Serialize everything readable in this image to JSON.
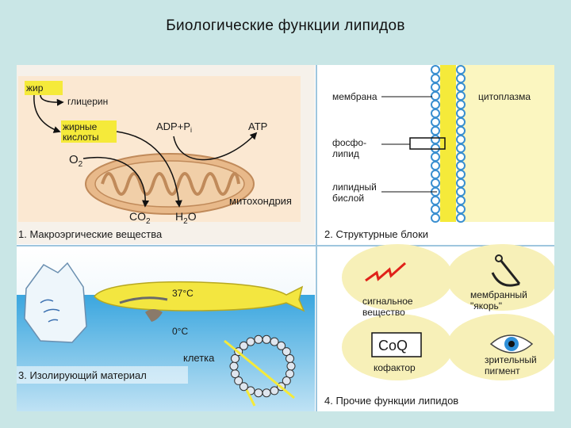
{
  "title": "Биологические функции липидов",
  "panel1": {
    "caption": "1. Макроэргические вещества",
    "fat": "жир",
    "glycerol": "глицерин",
    "fatty_acids_line1": "жирные",
    "fatty_acids_line2": "кислоты",
    "adp": "ADP+P",
    "adp_sub": "i",
    "atp": "ATP",
    "o2": "O",
    "o2_sub": "2",
    "co2": "CO",
    "co2_sub": "2",
    "h2o_h": "H",
    "h2o_sub": "2",
    "h2o_o": "O",
    "mitochondrion": "митохондрия"
  },
  "panel2": {
    "caption": "2. Структурные блоки",
    "membrane": "мембрана",
    "cytoplasm": "цитоплазма",
    "phospholipid_line1": "фосфо-",
    "phospholipid_line2": "липид",
    "bilayer_line1": "липидный",
    "bilayer_line2": "бислой"
  },
  "panel3": {
    "caption": "3. Изолирующий материал",
    "temp_body": "37°C",
    "temp_water": "0°C",
    "cell": "клетка"
  },
  "panel4": {
    "caption": "4. Прочие функции липидов",
    "signal_line1": "сигнальное",
    "signal_line2": "вещество",
    "anchor_line1": "мембранный",
    "anchor_line2": "\"якорь\"",
    "coq": "CoQ",
    "cofactor": "кофактор",
    "visual_line1": "зрительный",
    "visual_line2": "пигмент"
  },
  "colors": {
    "background": "#c9e6e6",
    "highlight": "#f5ea3a",
    "mitochondrion": "#e8b98a",
    "water": "#3aa6df",
    "whale": "#f3e640",
    "bilayer": "#3a8fd0",
    "panel4_circle": "#f7f0b8"
  }
}
